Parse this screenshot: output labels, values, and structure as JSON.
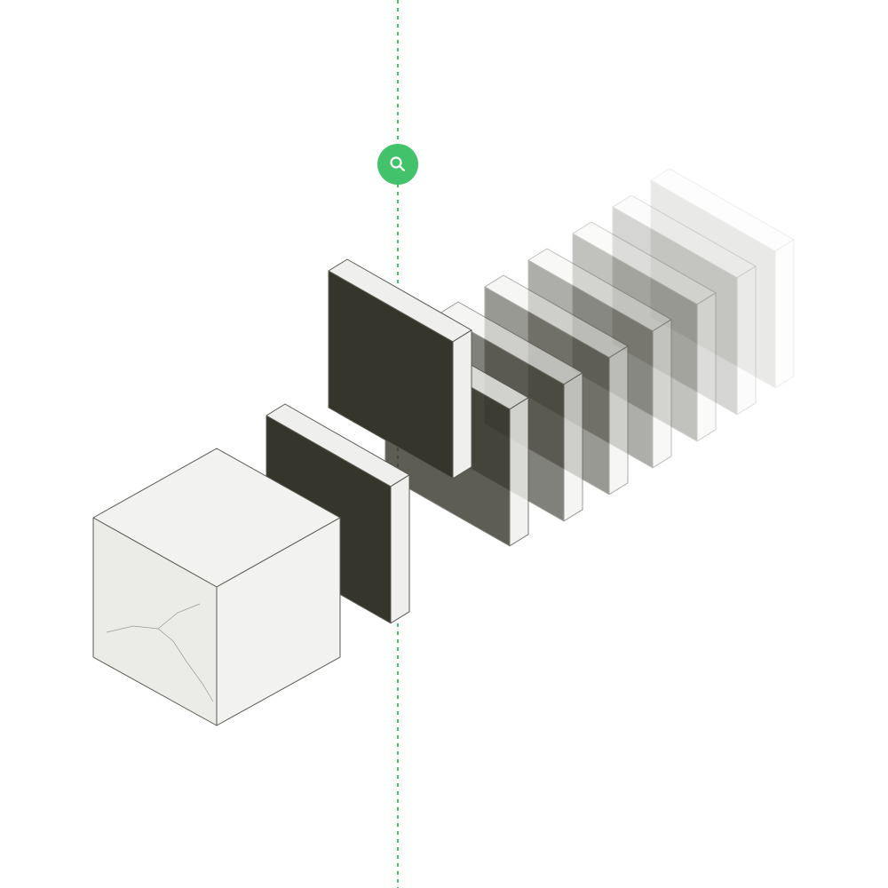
{
  "colors": {
    "accent": "#43c26c",
    "slab_dark": "#35352b",
    "slab_edge": "#efefed",
    "outline": "#5a5a52",
    "cube_face": "#f2f2f0",
    "cube_side": "#ebebe8"
  },
  "zoom_button": {
    "icon": "magnifier-icon"
  },
  "layers": [
    {
      "name": "base-cube",
      "opacity": 1
    },
    {
      "name": "layer-1",
      "opacity": 1
    },
    {
      "name": "layer-2",
      "opacity": 1
    },
    {
      "name": "layer-3",
      "opacity": 0.8
    },
    {
      "name": "layer-4",
      "opacity": 0.62
    },
    {
      "name": "layer-5",
      "opacity": 0.5
    },
    {
      "name": "layer-6",
      "opacity": 0.4
    },
    {
      "name": "layer-7",
      "opacity": 0.3
    },
    {
      "name": "layer-8",
      "opacity": 0.2
    },
    {
      "name": "layer-9",
      "opacity": 0.1
    }
  ]
}
